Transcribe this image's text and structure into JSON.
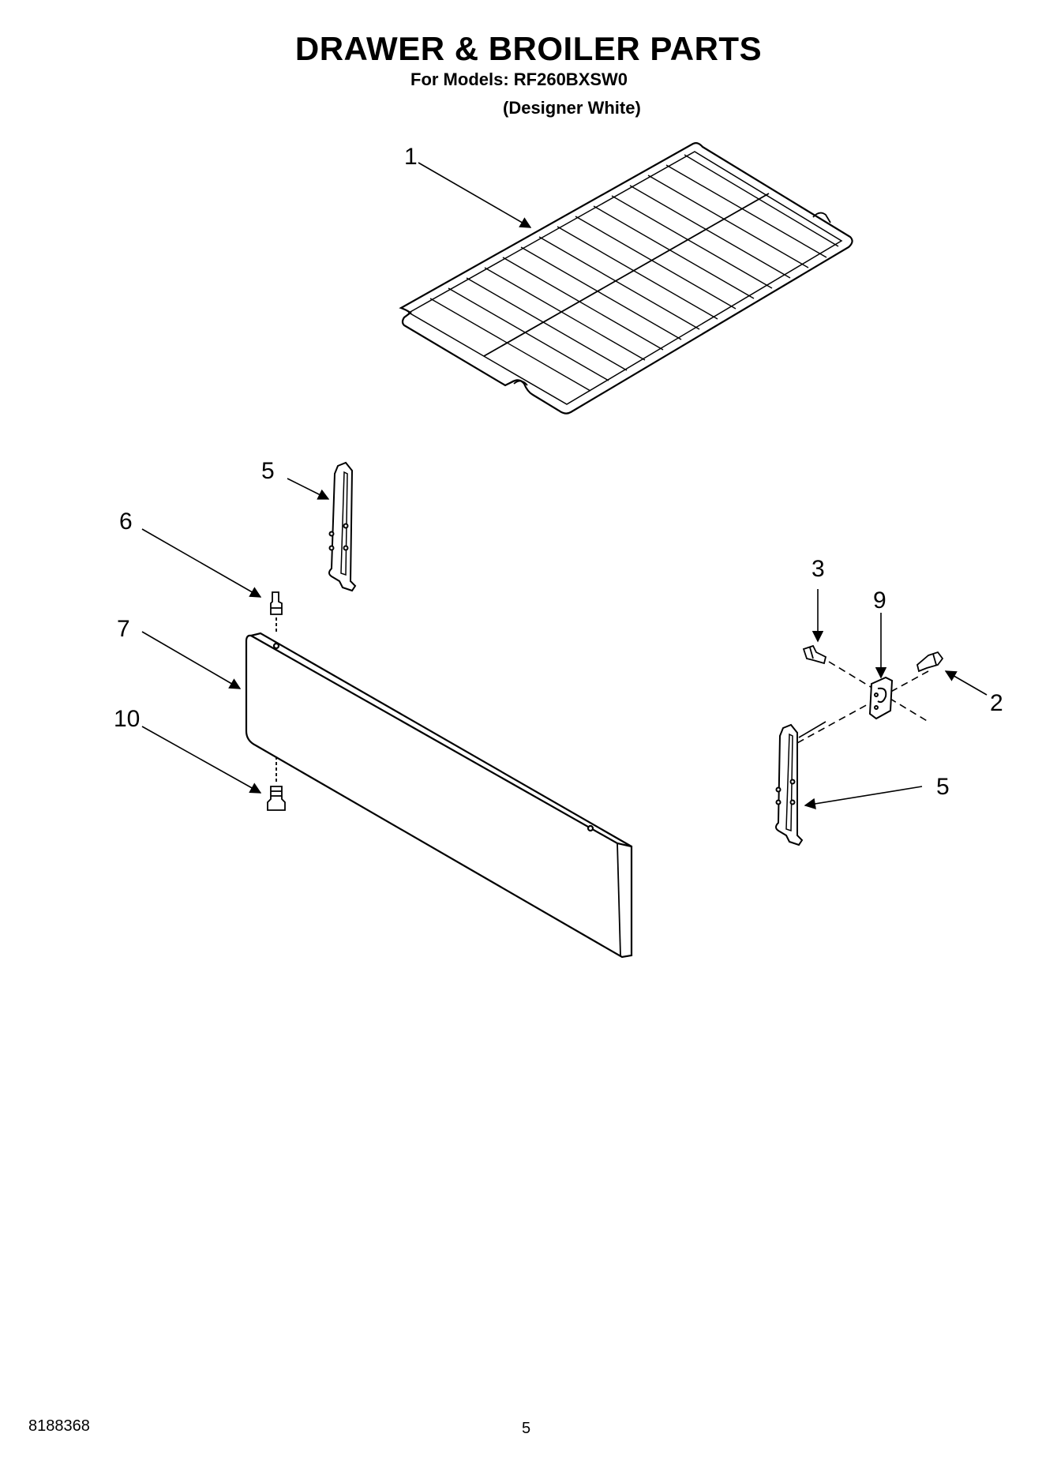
{
  "header": {
    "title": "DRAWER & BROILER PARTS",
    "models_line": "For Models: RF260BXSW0",
    "variant_line": "(Designer White)"
  },
  "callouts": {
    "c1": "1",
    "c2": "2",
    "c3": "3",
    "c5_left": "5",
    "c5_right": "5",
    "c6": "6",
    "c7": "7",
    "c9": "9",
    "c10": "10"
  },
  "footer": {
    "doc_number": "8188368",
    "page_number": "5"
  }
}
